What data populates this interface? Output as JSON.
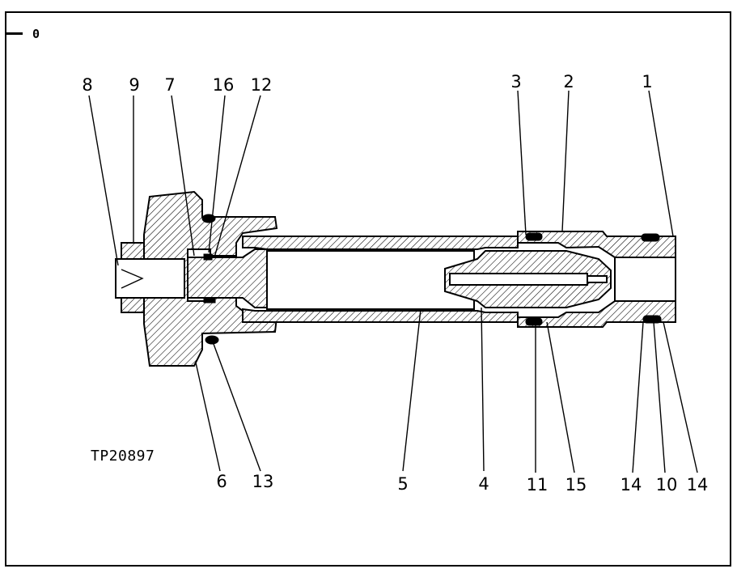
{
  "corner_label": "0",
  "reference_code": "TP20897",
  "callouts": [
    {
      "id": "c1",
      "text": "1"
    },
    {
      "id": "c2",
      "text": "2"
    },
    {
      "id": "c3",
      "text": "3"
    },
    {
      "id": "c4",
      "text": "4"
    },
    {
      "id": "c5",
      "text": "5"
    },
    {
      "id": "c6",
      "text": "6"
    },
    {
      "id": "c7",
      "text": "7"
    },
    {
      "id": "c8",
      "text": "8"
    },
    {
      "id": "c9",
      "text": "9"
    },
    {
      "id": "c10",
      "text": "10"
    },
    {
      "id": "c11",
      "text": "11"
    },
    {
      "id": "c12",
      "text": "12"
    },
    {
      "id": "c13",
      "text": "13"
    },
    {
      "id": "c14a",
      "text": "14"
    },
    {
      "id": "c14b",
      "text": "14"
    },
    {
      "id": "c15",
      "text": "15"
    },
    {
      "id": "c16",
      "text": "16"
    }
  ]
}
